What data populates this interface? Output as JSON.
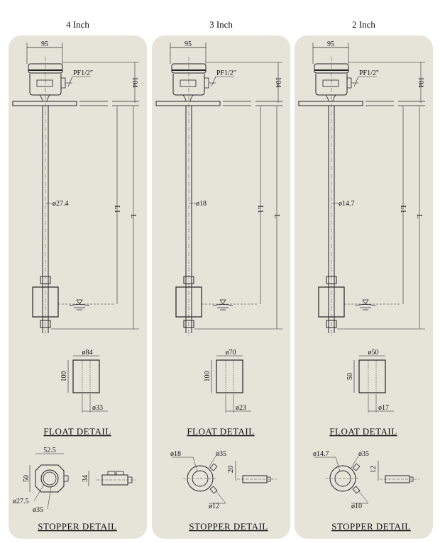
{
  "panels": [
    {
      "title": "4 Inch",
      "top_width": "95",
      "height_dim": "104",
      "connection": "PF1/2\"",
      "rod_dia": "ø27.4",
      "l1": "L1",
      "l": "L",
      "float_dia": "ø84",
      "float_height": "100",
      "float_bore": "ø33",
      "float_caption": "FLOAT   DETAIL",
      "stopper_dims": [
        "52.5",
        "50",
        "ø27.5",
        "ø35",
        "34"
      ],
      "stopper_caption": "STOPPER   DETAIL"
    },
    {
      "title": "3 Inch",
      "top_width": "95",
      "height_dim": "104",
      "connection": "PF1/2\"",
      "rod_dia": "ø18",
      "l1": "L1",
      "l": "L",
      "float_dia": "ø70",
      "float_height": "100",
      "float_bore": "ø23",
      "float_caption": "FLOAT   DETAIL",
      "stopper_dims": [
        "ø18",
        "ø35",
        "20",
        "ø12"
      ],
      "stopper_caption": "STOPPER   DETAIL"
    },
    {
      "title": "2 Inch",
      "top_width": "95",
      "height_dim": "104",
      "connection": "PF1/2\"",
      "rod_dia": "ø14.7",
      "l1": "L1",
      "l": "L",
      "float_dia": "ø50",
      "float_height": "50",
      "float_bore": "ø17",
      "float_caption": "FLOAT   DETAIL",
      "stopper_dims": [
        "ø14.7",
        "ø35",
        "12",
        "ø10"
      ],
      "stopper_caption": "STOPPER   DETAIL"
    }
  ]
}
